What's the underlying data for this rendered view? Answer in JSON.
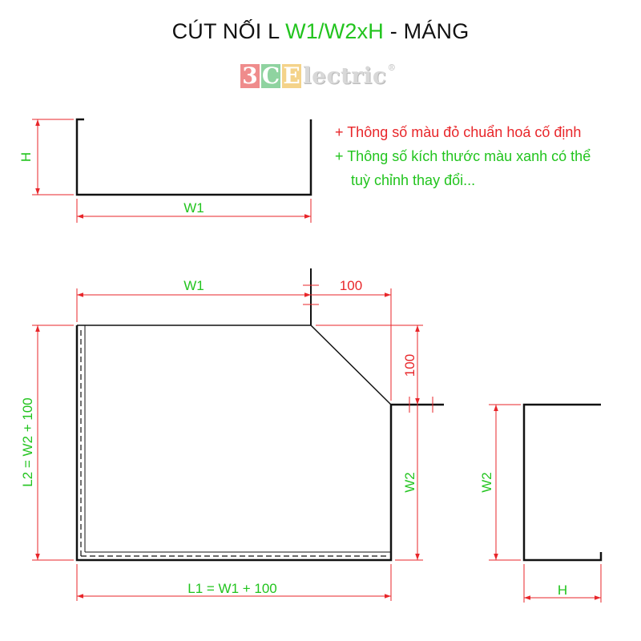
{
  "title": {
    "prefix": "CÚT NỐI L ",
    "highlight": "W1/W2xH",
    "suffix": " - MÁNG"
  },
  "logo": {
    "char1": "3",
    "char2": "C",
    "char3": "E",
    "rest": "lectric",
    "mark": "®",
    "colors": {
      "char1": "#ef8c8c",
      "char2": "#8fd3a0",
      "char3": "#f4d38a"
    }
  },
  "notes": {
    "line1": "+ Thông số màu đỏ chuẩn hoá cố định",
    "line2": "+ Thông số kích thước màu xanh có thể",
    "line3": "tuỳ chỉnh thay đổi..."
  },
  "colors": {
    "fixed": "#e8262a",
    "custom": "#22c41e",
    "line": "#111111"
  },
  "dimensions": {
    "top_h": "H",
    "top_w1": "W1",
    "main_w1": "W1",
    "main_100_top": "100",
    "main_100_right": "100",
    "main_l2": "L2 = W2 + 100",
    "main_w2": "W2",
    "main_l1": "L1 = W1 + 100",
    "side_w2": "W2",
    "side_h": "H"
  }
}
